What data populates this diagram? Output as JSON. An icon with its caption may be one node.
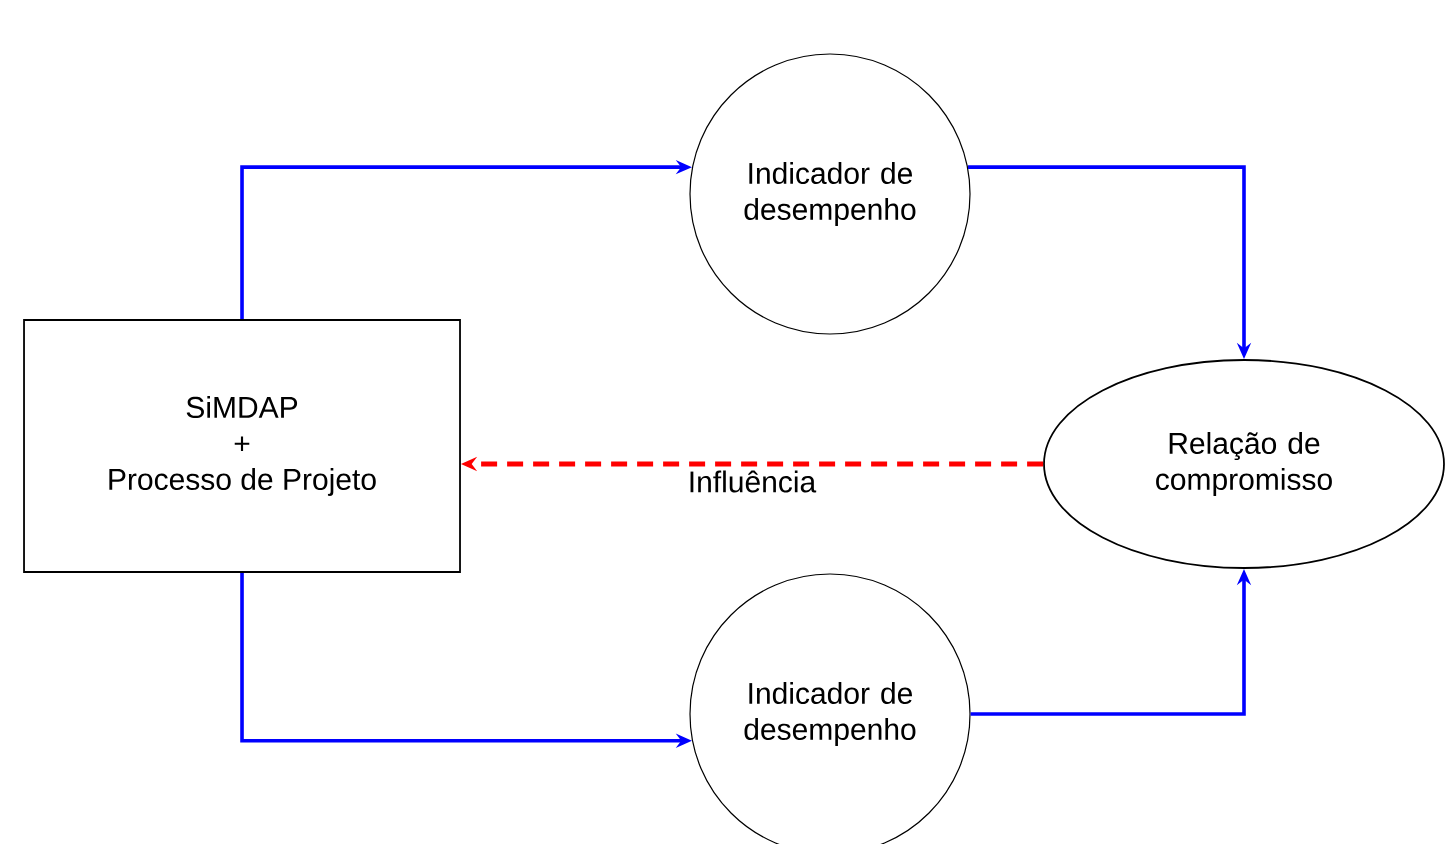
{
  "diagram": {
    "nodes": [
      {
        "text": [
          "SiMDAP",
          "+",
          "Processo de Projeto"
        ]
      },
      {
        "text": [
          "Indicador de desempenho"
        ]
      },
      {
        "text": [
          "Relação de compromisso"
        ]
      },
      {
        "text": [
          "Indicador de desempenho"
        ]
      }
    ],
    "edges": [
      {
        "from": 0,
        "to": 1,
        "arrow": "to"
      },
      {
        "from": 1,
        "to": 2,
        "arrow": "to"
      },
      {
        "from": 0,
        "to": 3,
        "arrow": "to"
      },
      {
        "from": 3,
        "to": 2,
        "arrow": "to"
      },
      {
        "from": 2,
        "to": 0,
        "arrow": "to",
        "label": "Influência",
        "style": "dashed",
        "color": "#ff0000"
      }
    ]
  }
}
